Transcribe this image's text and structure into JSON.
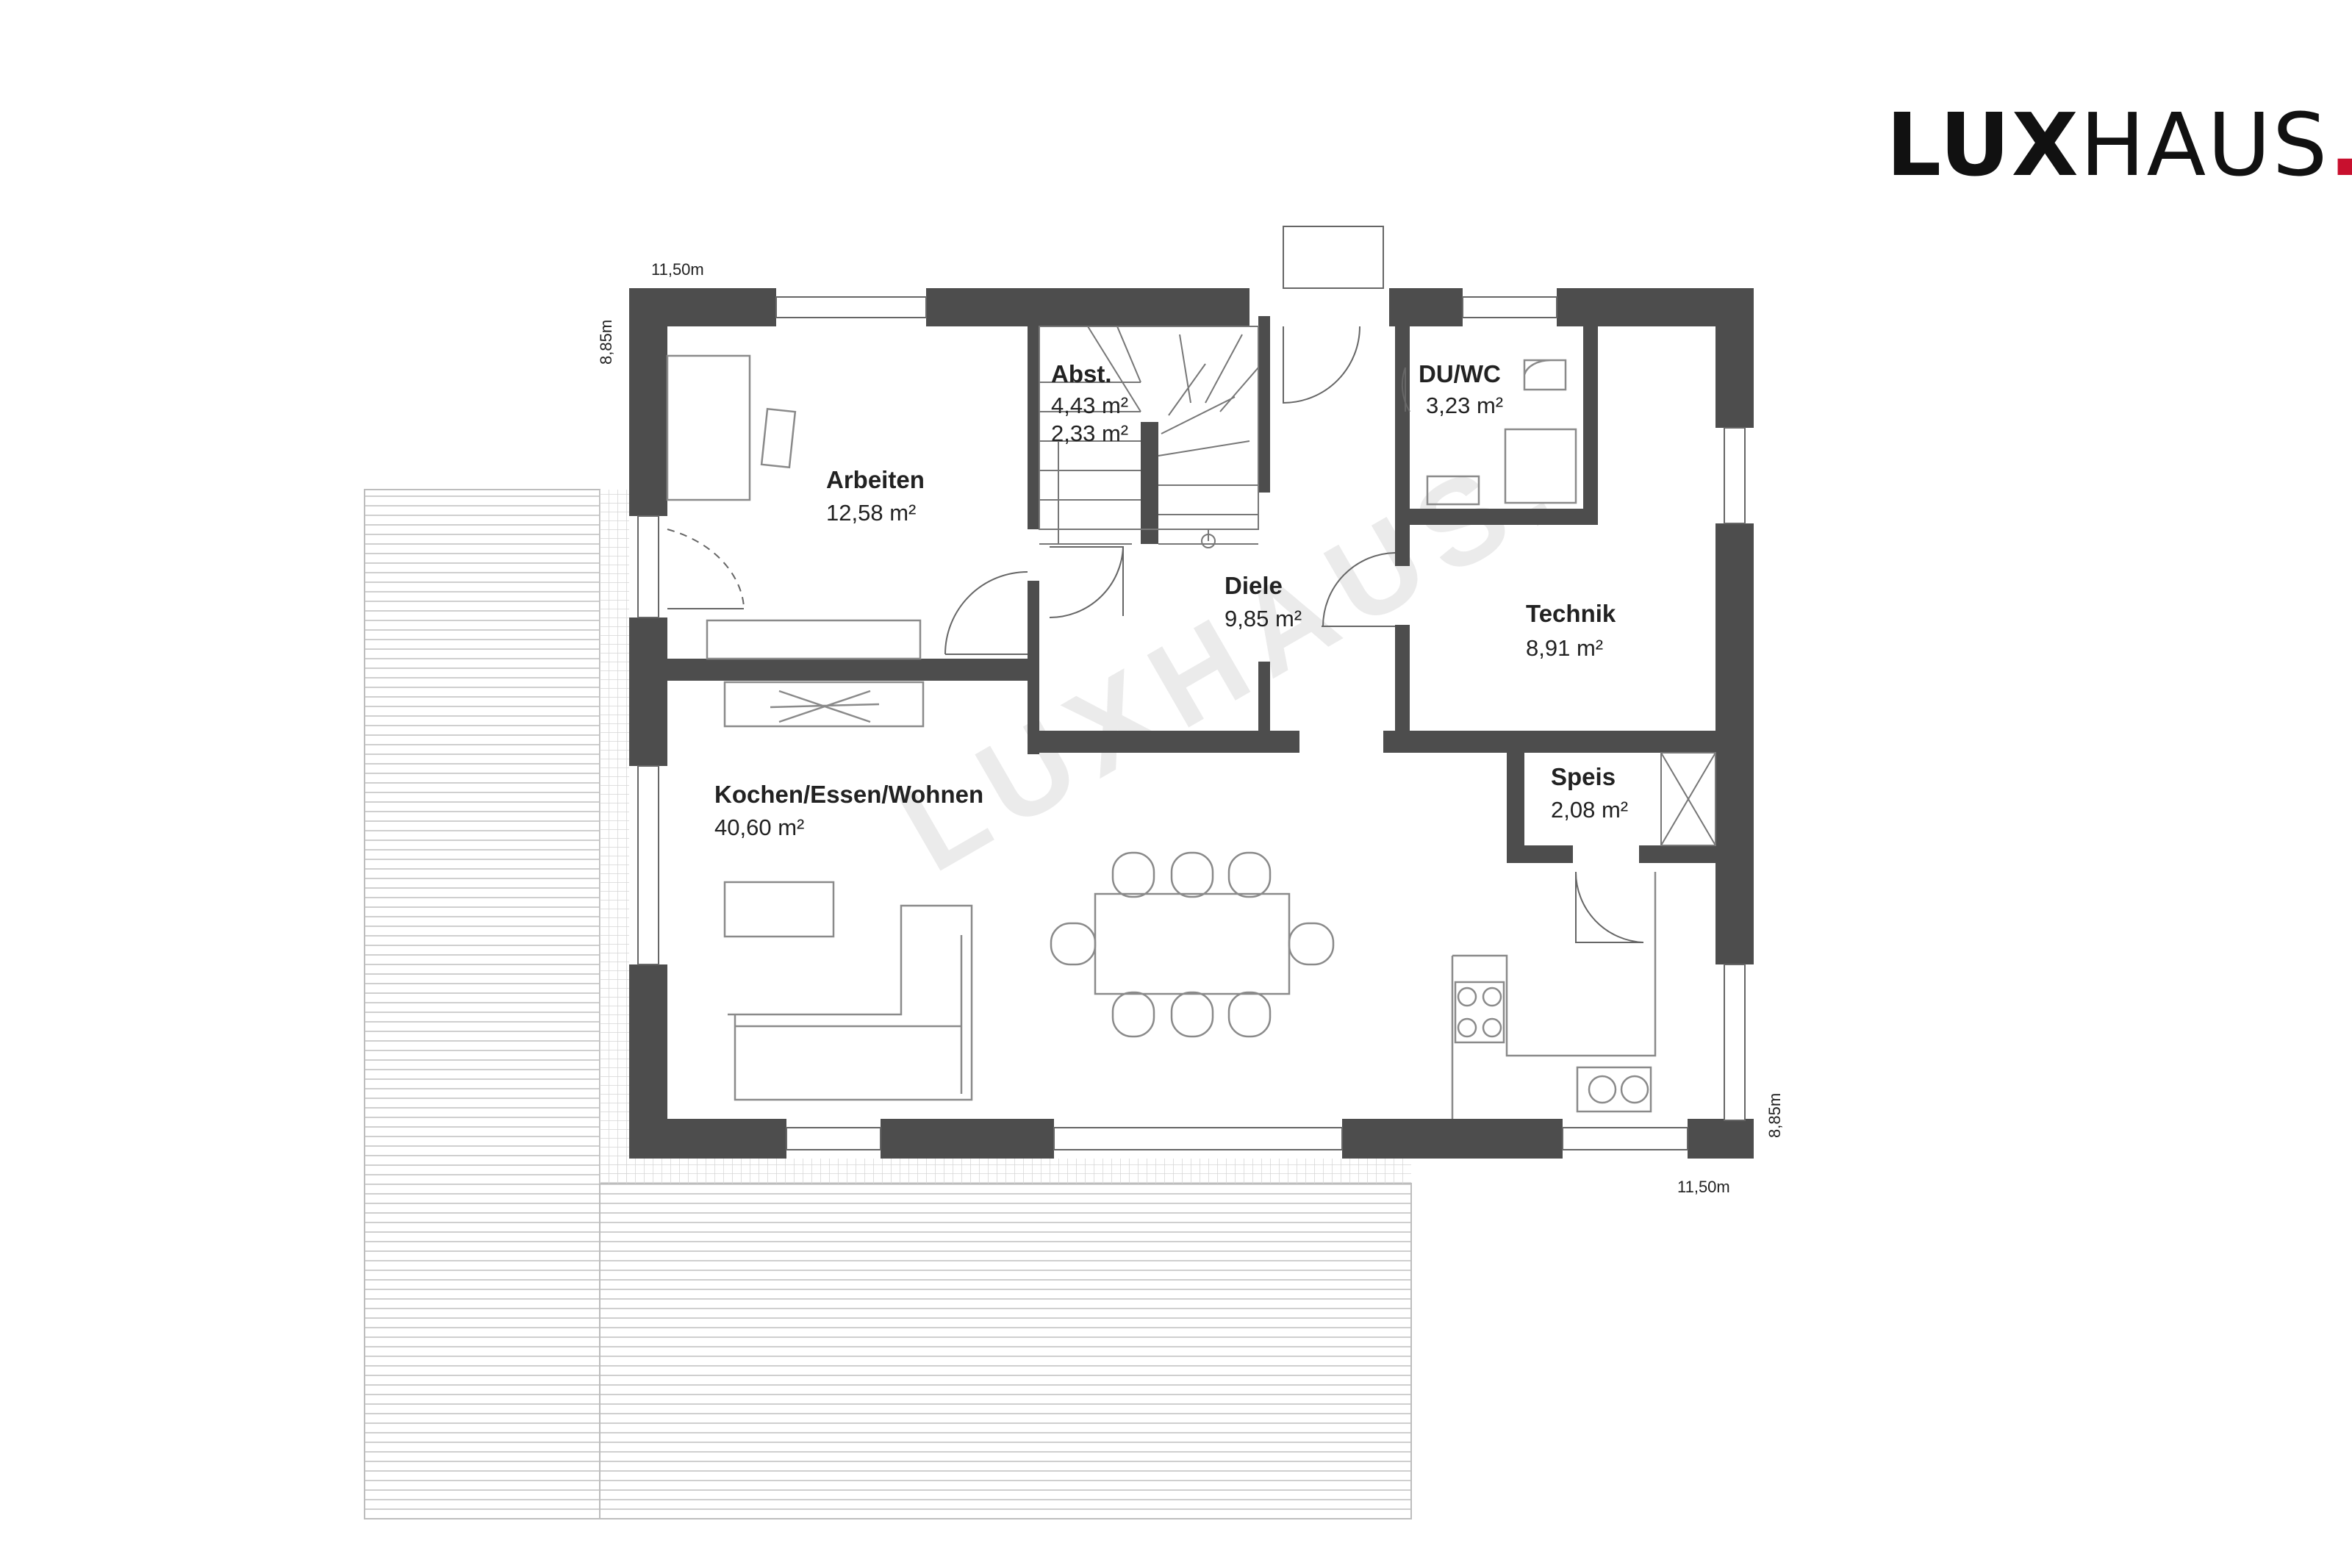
{
  "brand": {
    "part1": "LUX",
    "part2": "HAUS",
    "dot": ".",
    "dot_color": "#c8102e"
  },
  "watermark": "LUXHAUS.",
  "rooms": [
    {
      "name": "Arbeiten",
      "area": "12,58 m²"
    },
    {
      "name": "Abst.",
      "area": "4,43 m²",
      "area2": "2,33 m²"
    },
    {
      "name": "DU/WC",
      "area": "3,23 m²"
    },
    {
      "name": "Diele",
      "area": "9,85 m²"
    },
    {
      "name": "Technik",
      "area": "8,91 m²"
    },
    {
      "name": "Speis",
      "area": "2,08 m²"
    },
    {
      "name": "Kochen/Essen/Wohnen",
      "area": "40,60 m²"
    }
  ],
  "dimensions": {
    "top_width": "11,50m",
    "left_depth": "8,85m",
    "right_depth": "8,85m",
    "bottom_width": "11,50m"
  },
  "colors": {
    "wall": "#4d4d4d",
    "terrace_line": "#c8c8c8"
  }
}
